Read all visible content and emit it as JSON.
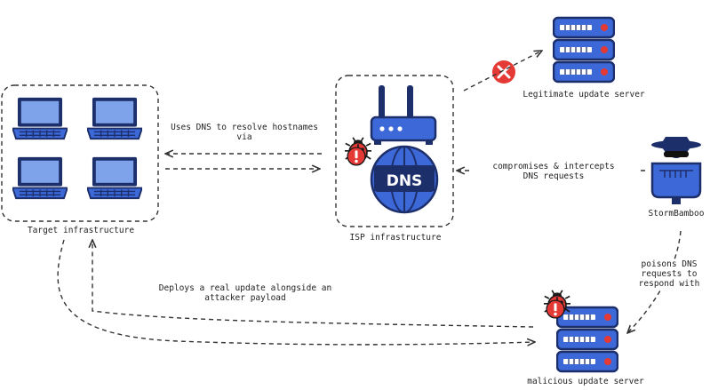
{
  "labels": {
    "target": "Target infrastructure",
    "isp": "ISP infrastructure",
    "legit": "Legitimate update server",
    "attacker": "StormBamboo",
    "malicious": "malicious update server",
    "dns_text": "DNS",
    "edge_dns_resolve": "Uses DNS to resolve hostnames\nvia",
    "edge_compromise": "compromises & intercepts\nDNS requests",
    "edge_poison": "poisons DNS\nrequests to\nrespond with",
    "edge_deploy": "Deploys a real update alongside an\nattacker payload"
  },
  "icons": {
    "laptops": [
      "laptop-icon",
      "laptop-icon",
      "laptop-icon",
      "laptop-icon"
    ],
    "router": "router-icon",
    "globe": "dns-globe-icon",
    "server": "server-icon",
    "blocked": "blocked-x-icon",
    "bug": "bug-icon",
    "hacker": "hacker-icon"
  },
  "colors": {
    "navy": "#1c2f6b",
    "blue": "#3d68d8",
    "screen": "#7fa3ea",
    "red": "#e53935",
    "dash": "#333333"
  }
}
